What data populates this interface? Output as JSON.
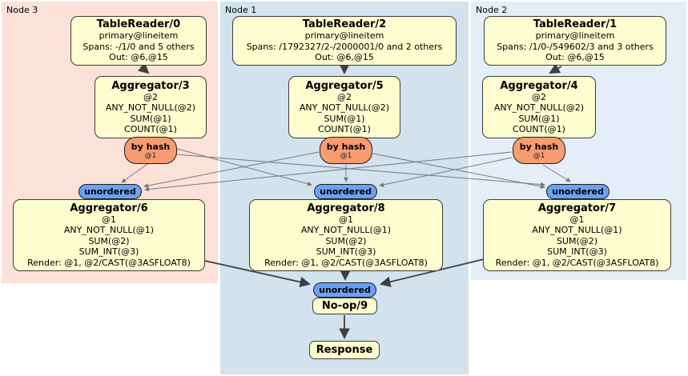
{
  "clusters": [
    {
      "label": "Node 3"
    },
    {
      "label": "Node 1"
    },
    {
      "label": "Node 2"
    }
  ],
  "processors": {
    "tr0": {
      "title": "TableReader/0",
      "lines": [
        "primary@lineitem",
        "Spans: -/1/0 and 5 others",
        "Out: @6,@15"
      ]
    },
    "tr2": {
      "title": "TableReader/2",
      "lines": [
        "primary@lineitem",
        "Spans: /1792327/2-/2000001/0 and 2 others",
        "Out: @6,@15"
      ]
    },
    "tr1": {
      "title": "TableReader/1",
      "lines": [
        "primary@lineitem",
        "Spans: /1/0-/549602/3 and 3 others",
        "Out: @6,@15"
      ]
    },
    "agg3": {
      "title": "Aggregator/3",
      "lines": [
        "@2",
        "ANY_NOT_NULL(@2)",
        "SUM(@1)",
        "COUNT(@1)"
      ]
    },
    "agg5": {
      "title": "Aggregator/5",
      "lines": [
        "@2",
        "ANY_NOT_NULL(@2)",
        "SUM(@1)",
        "COUNT(@1)"
      ]
    },
    "agg4": {
      "title": "Aggregator/4",
      "lines": [
        "@2",
        "ANY_NOT_NULL(@2)",
        "SUM(@1)",
        "COUNT(@1)"
      ]
    },
    "agg6": {
      "title": "Aggregator/6",
      "lines": [
        "@1",
        "ANY_NOT_NULL(@1)",
        "SUM(@2)",
        "SUM_INT(@3)",
        "Render: @1, @2/CAST(@3ASFLOAT8)"
      ]
    },
    "agg8": {
      "title": "Aggregator/8",
      "lines": [
        "@1",
        "ANY_NOT_NULL(@1)",
        "SUM(@2)",
        "SUM_INT(@3)",
        "Render: @1, @2/CAST(@3ASFLOAT8)"
      ]
    },
    "agg7": {
      "title": "Aggregator/7",
      "lines": [
        "@1",
        "ANY_NOT_NULL(@1)",
        "SUM(@2)",
        "SUM_INT(@3)",
        "Render: @1, @2/CAST(@3ASFLOAT8)"
      ]
    },
    "noop": {
      "title": "No-op/9"
    },
    "response": {
      "title": "Response"
    }
  },
  "routers": {
    "by_hash": {
      "label": "by hash",
      "key": "@1"
    },
    "unordered": {
      "label": "unordered"
    }
  },
  "colors": {
    "cluster_node3_fill": "#fbe1d8",
    "cluster_node1_fill": "#d2e2ee",
    "cluster_node2_fill": "#e4eef8",
    "processor_fill": "#fdfdcf",
    "processor_border": "#3c3c3c",
    "by_hash_fill": "#f79b70",
    "unordered_fill": "#6aa1f2",
    "edge_thin": "#787878",
    "edge_thick": "#3f3f3f"
  }
}
